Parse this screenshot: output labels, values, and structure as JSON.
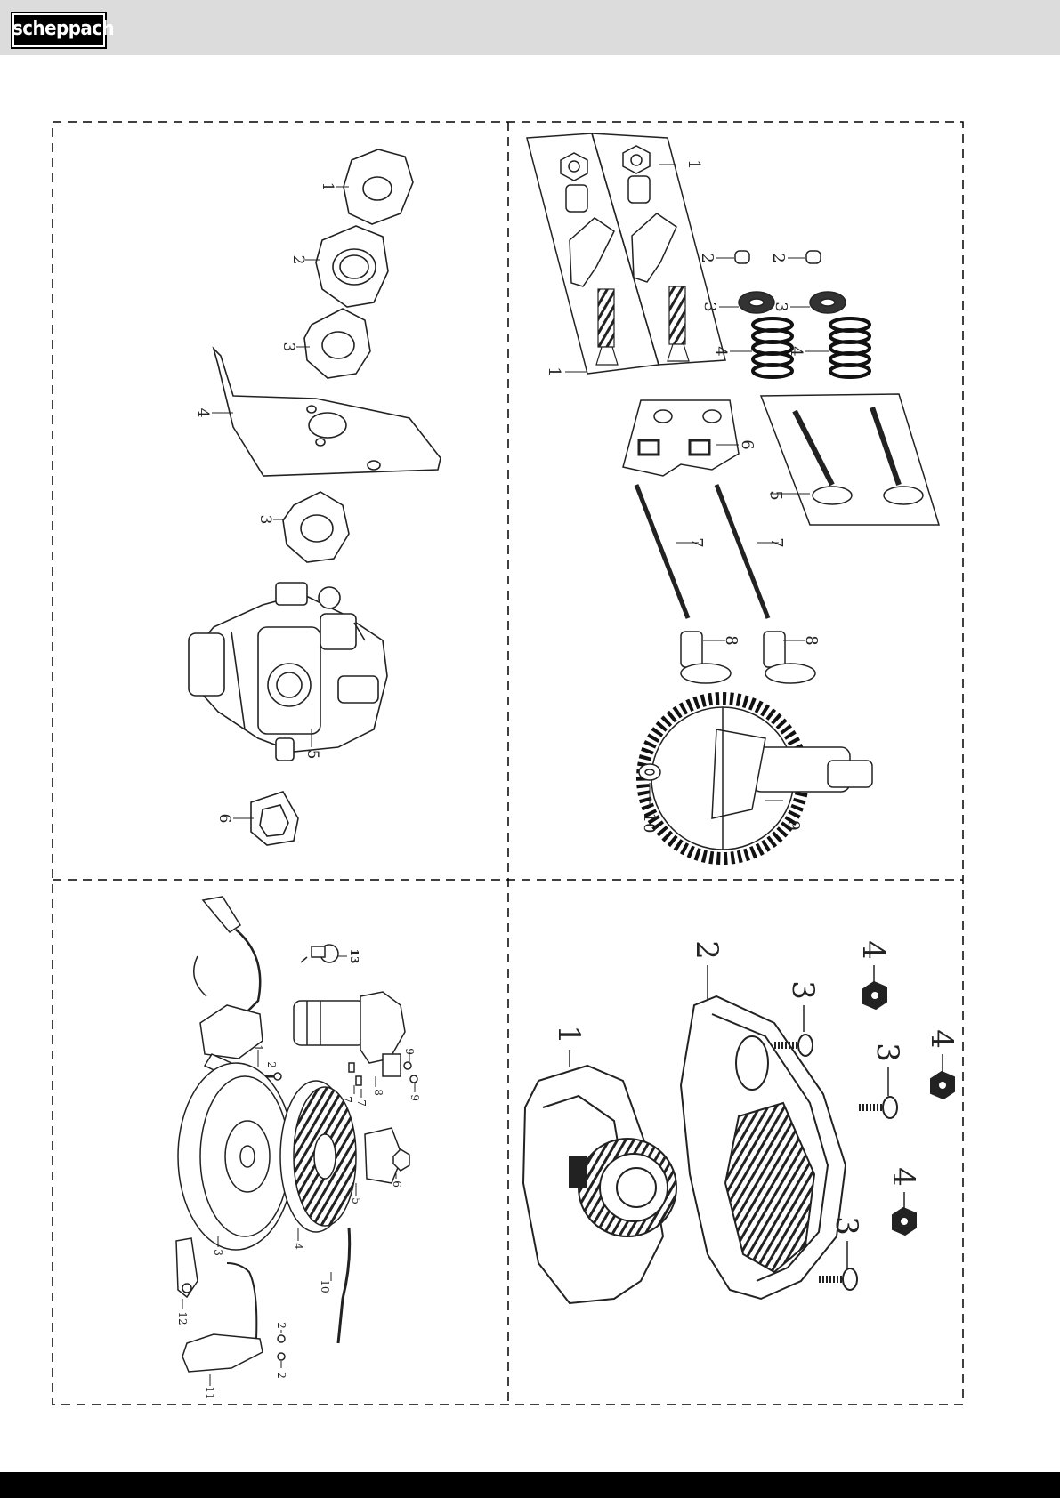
{
  "brand": {
    "logo_text": "scheppach"
  },
  "quadrants": {
    "carburetor": {
      "labels": [
        "1",
        "2",
        "3",
        "4",
        "3",
        "5",
        "6"
      ]
    },
    "valve_train": {
      "labels": [
        "1",
        "2",
        "2",
        "3",
        "3",
        "4",
        "4",
        "1",
        "6",
        "5",
        "7",
        "7",
        "8",
        "8",
        "9",
        "10"
      ]
    },
    "ignition": {
      "labels": [
        "13",
        "1",
        "2",
        "9",
        "8",
        "7",
        "7",
        "9",
        "3",
        "4",
        "5",
        "6",
        "10",
        "12",
        "11",
        "2",
        "2"
      ]
    },
    "recoil_cover": {
      "labels": [
        "1",
        "2",
        "3",
        "4",
        "4",
        "3",
        "4",
        "3"
      ]
    }
  }
}
